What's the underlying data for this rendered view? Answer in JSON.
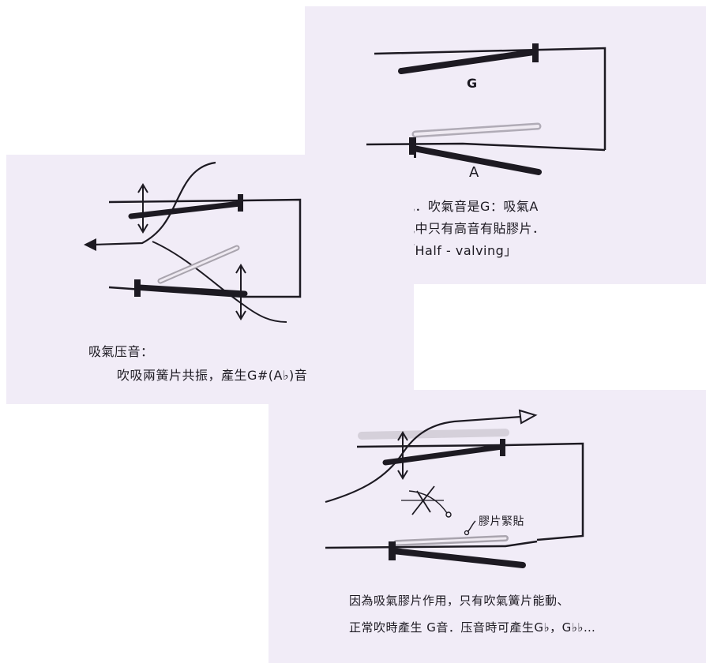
{
  "panel_top": {
    "label_upper": "G",
    "label_lower": "A",
    "caption": [
      "第六孔．吹氣音是G：吸氣A",
      "同一孔中只有高音有貼膠片．",
      "是為「Half - valving」"
    ]
  },
  "panel_middle": {
    "caption": [
      "吸氣压音：",
      "吹吸兩簧片共振，產生G#(A♭)音"
    ]
  },
  "panel_bottom": {
    "annotation": "膠片緊貼",
    "caption": [
      "因為吸氣膠片作用，只有吹氣簧片能動、",
      "正常吹時產生 G音．压音時可產生G♭，G♭♭…"
    ]
  },
  "colors": {
    "paper": "#f1ecf7",
    "ink": "#1d1a22",
    "film": "#b9b4bd"
  }
}
